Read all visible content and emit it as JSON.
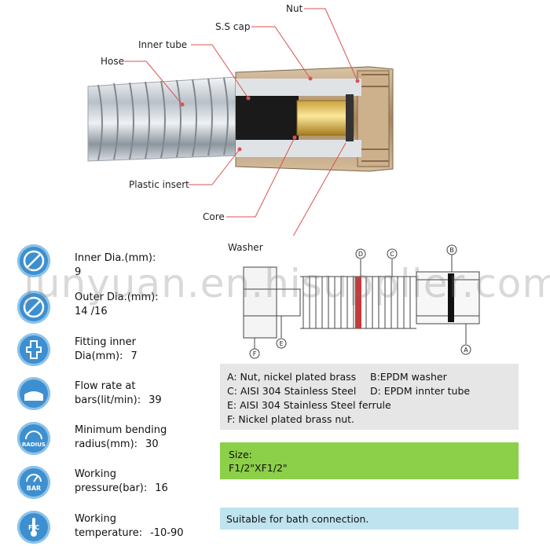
{
  "labels": {
    "nut": "Nut",
    "ss_cap": "S.S cap",
    "inner_tube": "Inner tube",
    "hose": "Hose",
    "plastic_insert": "Plastic insert",
    "core": "Core",
    "washer": "Washer"
  },
  "markers": {
    "a": "A",
    "b": "B",
    "c": "C",
    "d": "D",
    "e": "E",
    "f": "F"
  },
  "specs": [
    {
      "label": "Inner Dia.(mm):",
      "value": "9",
      "icon": "diameter-icon"
    },
    {
      "label": "Outer Dia.(mm):",
      "value": "14 /16",
      "icon": "diameter-icon"
    },
    {
      "label": "Fitting inner",
      "label2": "Dia(mm):",
      "value": "7",
      "icon": "fitting-icon"
    },
    {
      "label": "Flow rate at",
      "label2": "bars(lit/min):",
      "value": "39",
      "icon": "flow-icon"
    },
    {
      "label": "Minimum bending",
      "label2": "radius(mm):",
      "value": "30",
      "icon": "radius-icon",
      "badge": "RADIUS"
    },
    {
      "label": "Working",
      "label2": "pressure(bar):",
      "value": "16",
      "icon": "pressure-icon",
      "badge": "BAR"
    },
    {
      "label": "Working",
      "label2": "temperature:",
      "value": "-10-90",
      "icon": "temperature-icon",
      "badge": "F C"
    }
  ],
  "legend": {
    "a": "A: Nut, nickel plated brass",
    "b": "B:EPDM washer",
    "c": "C: AISI 304 Stainless Steel",
    "d": "D: EPDM innter tube",
    "e": "E: AISI 304 Stainless Steel ferrule",
    "f": "F: Nickel plated brass nut."
  },
  "size": {
    "title": "Size:",
    "value": "F1/2\"XF1/2\""
  },
  "note": "Suitable for bath connection.",
  "watermark": "junyuan.en.hisupplier.com",
  "colors": {
    "accent_red": "#d9534f",
    "icon_blue": "#3d8fd0",
    "legend_bg": "#e6e6e6",
    "size_bg": "#8ccf49",
    "note_bg": "#bfe3ef"
  }
}
